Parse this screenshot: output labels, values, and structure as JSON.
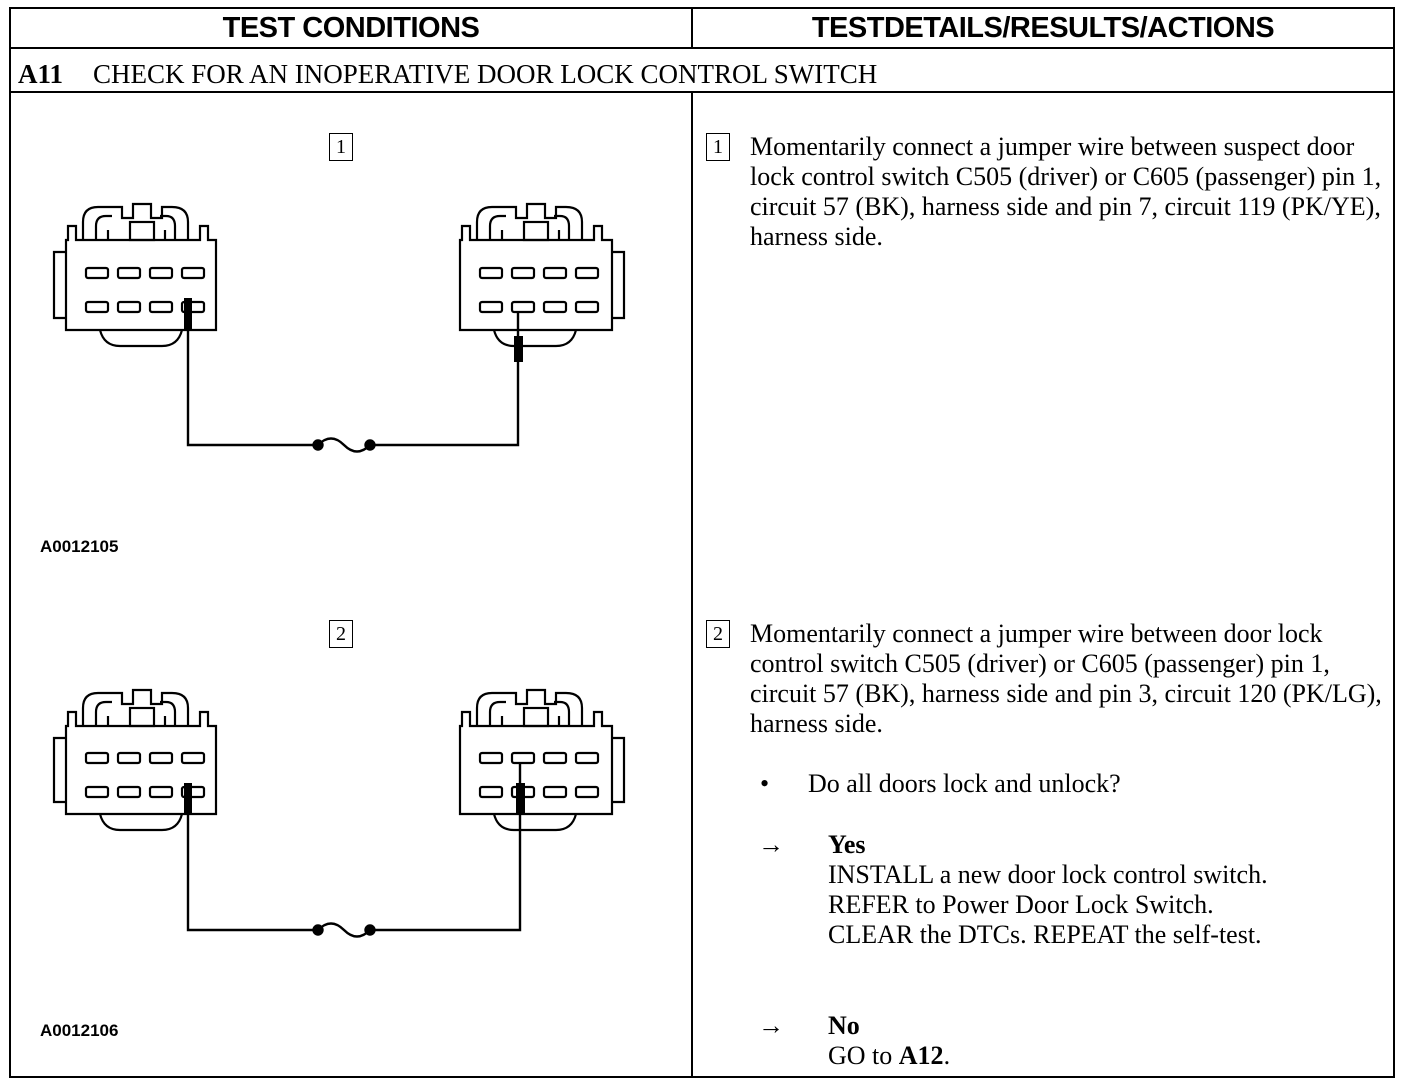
{
  "header": {
    "left": "TEST CONDITIONS",
    "right": "TESTDETAILS/RESULTS/ACTIONS"
  },
  "step": {
    "id": "A11",
    "title": "CHECK FOR AN INOPERATIVE DOOR LOCK CONTROL SWITCH"
  },
  "figures": [
    {
      "step_number": "1",
      "code": "A0012105"
    },
    {
      "step_number": "2",
      "code": "A0012106"
    }
  ],
  "details": [
    {
      "number": "1",
      "text": "Momentarily connect a jumper wire between suspect door lock control switch C505 (driver) or C605 (passenger) pin 1, circuit 57 (BK), harness side and pin 7, circuit 119 (PK/YE), harness side."
    },
    {
      "number": "2",
      "text": "Momentarily connect a jumper wire between door lock control switch C505 (driver) or C605 (passenger) pin 1, circuit 57 (BK), harness side and pin 3, circuit 120 (PK/LG), harness side."
    }
  ],
  "question": {
    "bullet": "•",
    "text": "Do all doors lock and unlock?"
  },
  "answers": [
    {
      "arrow": "→",
      "label": "Yes",
      "lines": [
        "INSTALL a new door lock control switch.",
        "REFER to  Power Door Lock Switch.",
        "CLEAR the DTCs. REPEAT the self-test."
      ]
    },
    {
      "arrow": "→",
      "label": "No",
      "action": "GO to",
      "target": "A12",
      "tail": "."
    }
  ]
}
